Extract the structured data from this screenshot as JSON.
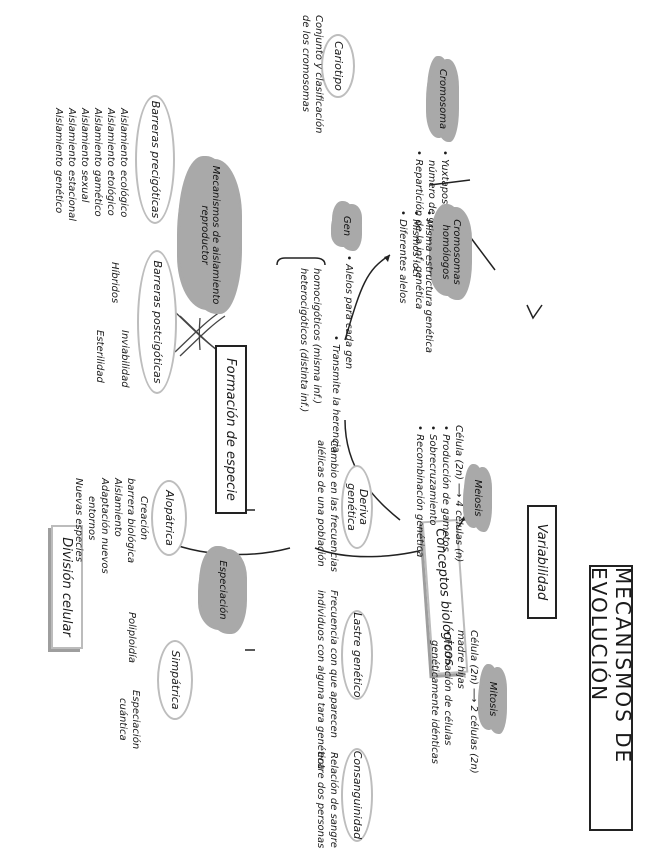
{
  "title": "MECANISMOS DE EVOLUCIÓN",
  "branches": {
    "variabilidad": "Variabilidad",
    "conceptos_biologicos": "Conceptos biológicos",
    "division_celular": "División celular",
    "formacion_de_especie": "Formación de especie"
  },
  "nodes": {
    "cromosoma": "Cromosoma",
    "cariotipo": "Cariotipo",
    "gen": "Gen",
    "cromosomas_homologos": "Cromosomas homólogos",
    "meiosis": "Meiosis",
    "mitosis": "Mitosis",
    "deriva_genetica": "Deriva genética",
    "lastre_genetico": "Lastre genético",
    "consanguinidad": "Consanguinidad",
    "mecanismos_aislamiento": "Mecanismos de aislamiento reproductor",
    "barreras_precigoticas": "Barreras precigóticas",
    "barreras_postcigoticas": "Barreras postcigóticas",
    "especiacion": "Especiación",
    "alopatrica": "Alopátrica",
    "simpatrica": "Simpátrica"
  },
  "texts": {
    "cromosoma_lines": [
      "• Yuxtaposición de un gran",
      "número de genes",
      "• Repartición de la inf. genética"
    ],
    "cariotipo_lines": [
      "Conjunto y clasificación",
      "de los cromosomas"
    ],
    "gen_lines": [
      "• Alelos para cada gen",
      "• Transmite la herencia"
    ],
    "gen_bracket_lines": [
      "homocigóticos (misma inf.)",
      "heterocigóticos (distinta inf.)"
    ],
    "homologos_lines": [
      "• Misma estructura genética",
      "• Mismos loci",
      "• Diferentes alelos"
    ],
    "meiosis_lines": [
      "Célula (2n) ⟶ 4 células (n)",
      "• Producción de gametos",
      "• Sobrecruzamiento",
      "• Recombinación genética"
    ],
    "mitosis_lines": [
      "Célula (2n) ⟶ 2 células (2n)",
      "madre                hijas",
      "• Formación de células",
      "genéticamente idénticas"
    ],
    "deriva_lines": [
      "Cambio en las frecuencias",
      "alélicas de una población"
    ],
    "lastre_lines": [
      "Frecuencia con que aparecen",
      "individuos con alguna tara genética"
    ],
    "consanguinidad_lines": [
      "Relación de sangre",
      "entre dos personas"
    ],
    "precigoticas_items": [
      "Aislamiento ecológico",
      "Aislamiento etológico",
      "Aislamiento gamético",
      "Aislamiento sexual",
      "Aislamiento estacional",
      "Aislamiento genético"
    ],
    "hibridos": "Híbridos",
    "inviabilidad": "Inviabilidad",
    "esterilidad": "Esterilidad",
    "alopatrica_lines": [
      "Creación",
      "barrera biológica",
      "Aislamiento",
      "Adaptación nuevos",
      "entornos",
      "Nuevas especies"
    ],
    "poliploidia": "Poliploidía",
    "especiacion_cuantica": [
      "Especiación",
      "cuántica"
    ]
  }
}
